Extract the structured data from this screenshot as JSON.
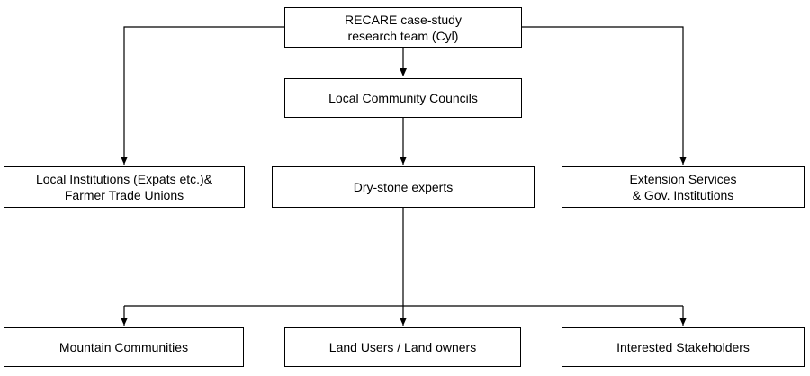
{
  "nodes": {
    "research_team": "RECARE case-study\nresearch team (Cyl)",
    "community_councils": "Local Community Councils",
    "local_institutions": "Local Institutions (Expats etc.)&\nFarmer Trade Unions",
    "dry_stone": "Dry-stone experts",
    "extension": "Extension Services\n& Gov. Institutions",
    "mountain": "Mountain Communities",
    "land_users": "Land Users / Land owners",
    "stakeholders": "Interested Stakeholders"
  },
  "colors": {
    "line": "#000000",
    "box_border": "#000000",
    "background": "#ffffff"
  }
}
